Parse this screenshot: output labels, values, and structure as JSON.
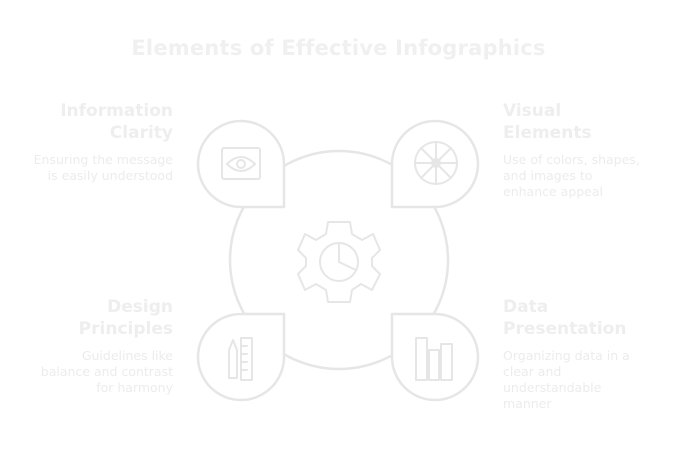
{
  "title": "Elements of Effective Infographics",
  "elements": [
    {
      "heading_line1": "Information",
      "heading_line2": "Clarity",
      "desc_line1": "Ensuring the message",
      "desc_line2": "is easily understood",
      "desc_line3": "",
      "icon": "eye-frame-icon"
    },
    {
      "heading_line1": "Visual",
      "heading_line2": "Elements",
      "desc_line1": "Use of colors, shapes,",
      "desc_line2": "and images to",
      "desc_line3": "enhance appeal",
      "icon": "color-wheel-icon"
    },
    {
      "heading_line1": "Design",
      "heading_line2": "Principles",
      "desc_line1": "Guidelines like",
      "desc_line2": "balance and contrast",
      "desc_line3": "for harmony",
      "icon": "pencil-ruler-icon"
    },
    {
      "heading_line1": "Data",
      "heading_line2": "Presentation",
      "desc_line1": "Organizing data in a",
      "desc_line2": "clear and",
      "desc_line3": "understandable",
      "desc_line4": "manner",
      "icon": "bar-chart-icon"
    }
  ],
  "center_icon": "gear-pie-chart-icon",
  "colors": {
    "stroke": "#eaeaea",
    "text": "#eeeeee"
  }
}
